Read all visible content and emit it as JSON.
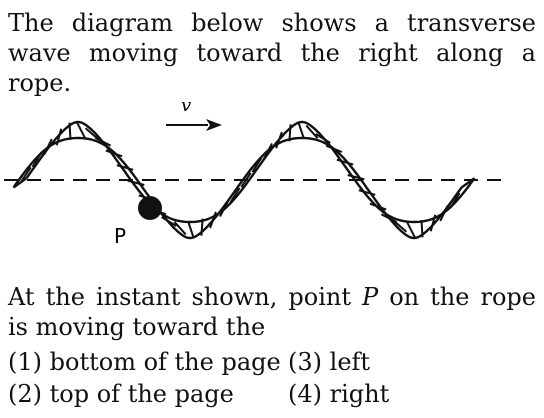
{
  "problem": {
    "intro": "The diagram below shows a transverse wave moving toward the right along a rope.",
    "question_before": "At the instant shown, point ",
    "point_name": "P",
    "question_after": " on the rope is moving toward the"
  },
  "diagram": {
    "velocity_label": "v",
    "point_label": "P"
  },
  "choices": [
    {
      "number": "(1)",
      "text": "bottom of the page"
    },
    {
      "number": "(2)",
      "text": "top of the page"
    },
    {
      "number": "(3)",
      "text": "left"
    },
    {
      "number": "(4)",
      "text": "right"
    }
  ]
}
